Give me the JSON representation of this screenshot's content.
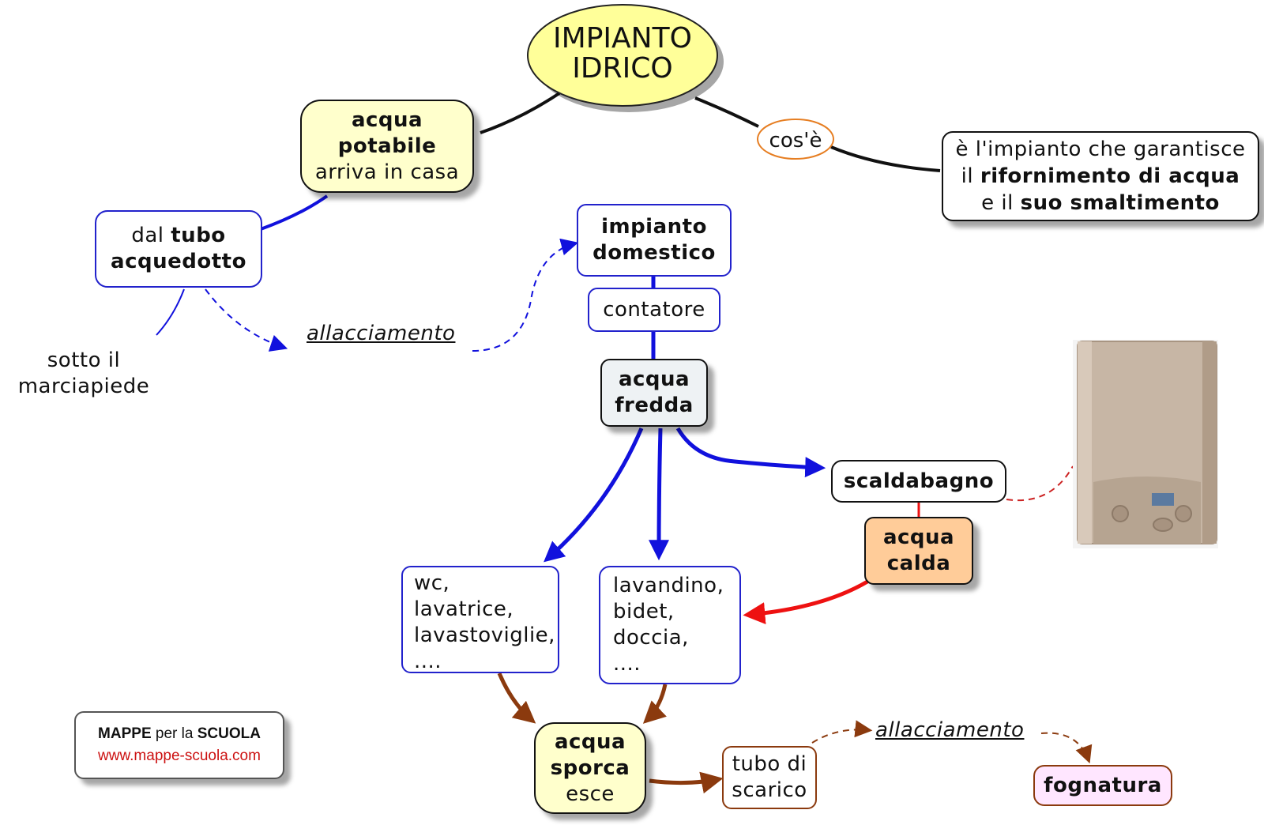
{
  "title": {
    "line1": "IMPIANTO",
    "line2": "IDRICO"
  },
  "definition": {
    "link_label": "cos'è",
    "line1": "è l'impianto che garantisce",
    "line2_pre": "il ",
    "line2_bold": "rifornimento di acqua",
    "line3_pre": "e il ",
    "line3_bold": "suo smaltimento"
  },
  "potable": {
    "line1": "acqua",
    "line2": "potabile",
    "line3": "arriva in casa"
  },
  "pipe": {
    "pre": "dal ",
    "bold1": "tubo",
    "bold2": "acquedotto"
  },
  "sidewalk": {
    "line1": "sotto il",
    "line2": "marciapiede"
  },
  "connection_label_1": "allacciamento",
  "domestic": {
    "line1": "impianto",
    "line2": "domestico"
  },
  "meter": "contatore",
  "cold": {
    "line1": "acqua",
    "line2": "fredda"
  },
  "boiler": "scaldabagno",
  "hot": {
    "line1": "acqua",
    "line2": "calda"
  },
  "appliances_a": [
    "wc,",
    "lavatrice,",
    "lavastoviglie,",
    "...."
  ],
  "appliances_b": [
    "lavandino,",
    "bidet,",
    "doccia,",
    "...."
  ],
  "dirty": {
    "line1": "acqua",
    "line2": "sporca",
    "line3": "esce"
  },
  "drain": {
    "line1": "tubo di",
    "line2": "scarico"
  },
  "connection_label_2": "allacciamento",
  "sewer": "fognatura",
  "credit": {
    "bold1": "MAPPE",
    "mid": " per la ",
    "bold2": "SCUOLA",
    "url": "www.mappe-scuola.com"
  },
  "colors": {
    "title_fill": "#ffff99",
    "potable_fill": "#ffffcc",
    "cold_fill": "#eef2f4",
    "hot_fill": "#ffcc99",
    "dirty_fill": "#ffffcc",
    "sewer_fill": "#ffe6ff",
    "blue": "#1111dd",
    "red": "#ee1111",
    "brown": "#8b3a0e",
    "orange": "#e67e22",
    "credit_url": "#cc1111"
  },
  "icons": {
    "boiler_image": "water-heater-image"
  }
}
